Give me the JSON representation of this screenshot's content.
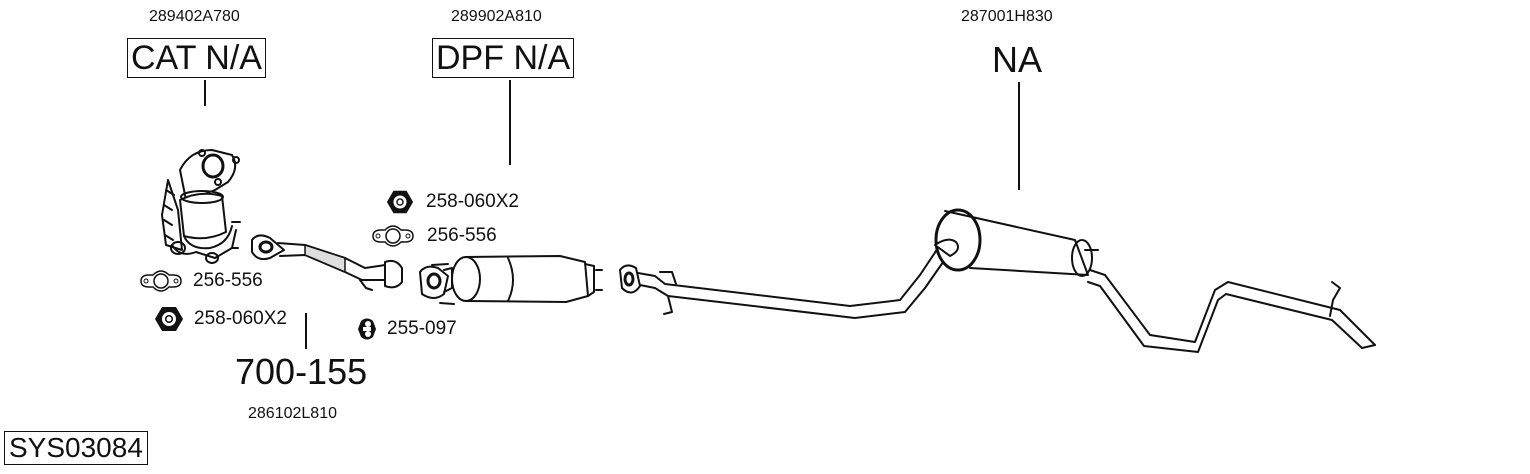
{
  "diagram": {
    "system_id": "SYS03084",
    "components": [
      {
        "name": "catalytic-converter",
        "oem_number": "289402A780",
        "label": "CAT N/A",
        "boxed": true
      },
      {
        "name": "diesel-particulate-filter",
        "oem_number": "289902A810",
        "label": "DPF N/A",
        "boxed": true
      },
      {
        "name": "rear-silencer",
        "oem_number": "287001H830",
        "label": "NA",
        "boxed": false
      },
      {
        "name": "front-pipe",
        "oem_number": "286102L810",
        "label": "700-155",
        "boxed": false
      }
    ],
    "accessories": [
      {
        "icon": "nut-icon",
        "label": "258-060X2",
        "group": "cat"
      },
      {
        "icon": "gasket-icon",
        "label": "256-556",
        "group": "cat"
      },
      {
        "icon": "nut-icon",
        "label": "258-060X2",
        "group": "dpf"
      },
      {
        "icon": "gasket-icon",
        "label": "256-556",
        "group": "dpf"
      },
      {
        "icon": "rubber-hanger-icon",
        "label": "255-097",
        "group": "front-pipe"
      }
    ],
    "colors": {
      "line": "#111111",
      "background": "#ffffff"
    }
  }
}
